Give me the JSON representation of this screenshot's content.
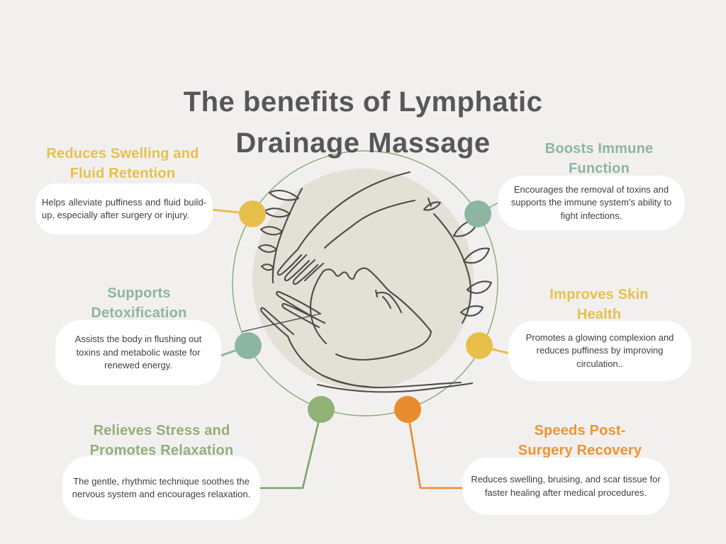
{
  "title": {
    "line1": "The benefits of Lymphatic",
    "line2": "Drainage Massage"
  },
  "callouts": [
    {
      "id": "reduces-swelling",
      "heading_line1": "Reduces Swelling and",
      "heading_line2": "Fluid Retention",
      "body": "Helps alleviate puffiness and fluid build-up, especially after surgery or injury.",
      "accent_color": "#e7c04b"
    },
    {
      "id": "boosts-immune",
      "heading_line1": "Boosts Immune",
      "heading_line2": "Function",
      "body": "Encourages the removal of toxins and supports the immune system's ability to fight infections.",
      "accent_color": "#8cb5a2"
    },
    {
      "id": "supports-detoxification",
      "heading_line1": "Supports",
      "heading_line2": "Detoxification",
      "body": "Assists the body in flushing out toxins and metabolic waste for renewed energy.",
      "accent_color": "#8cb5a2"
    },
    {
      "id": "improves-skin-health",
      "heading_line1": "Improves Skin",
      "heading_line2": "Health",
      "body": "Promotes a glowing complexion and reduces puffiness by improving circulation..",
      "accent_color": "#e7c04b"
    },
    {
      "id": "relieves-stress",
      "heading_line1": "Relieves Stress and",
      "heading_line2": "Promotes Relaxation",
      "body": "The gentle, rhythmic technique soothes the nervous system and encourages relaxation.",
      "accent_color": "#93ae7c"
    },
    {
      "id": "speeds-post-surgery-recovery",
      "heading_line1": "Speeds Post-",
      "heading_line2": "Surgery Recovery",
      "body": "Reduces swelling, bruising, and scar tissue for faster healing after medical procedures.",
      "accent_color": "#ec9433"
    }
  ],
  "palette": {
    "background": "#f2f0ef",
    "title_text": "#57575a",
    "body_text": "#3f3f3f",
    "card_background": "#ffffff",
    "yellow": "#e7c04b",
    "sage": "#8cb5a2",
    "green": "#90b277",
    "orange": "#e98b2f",
    "ring_green": "#87a873",
    "illustration_line": "#4b4b49",
    "illustration_circle_fill": "#e3e0d6"
  }
}
